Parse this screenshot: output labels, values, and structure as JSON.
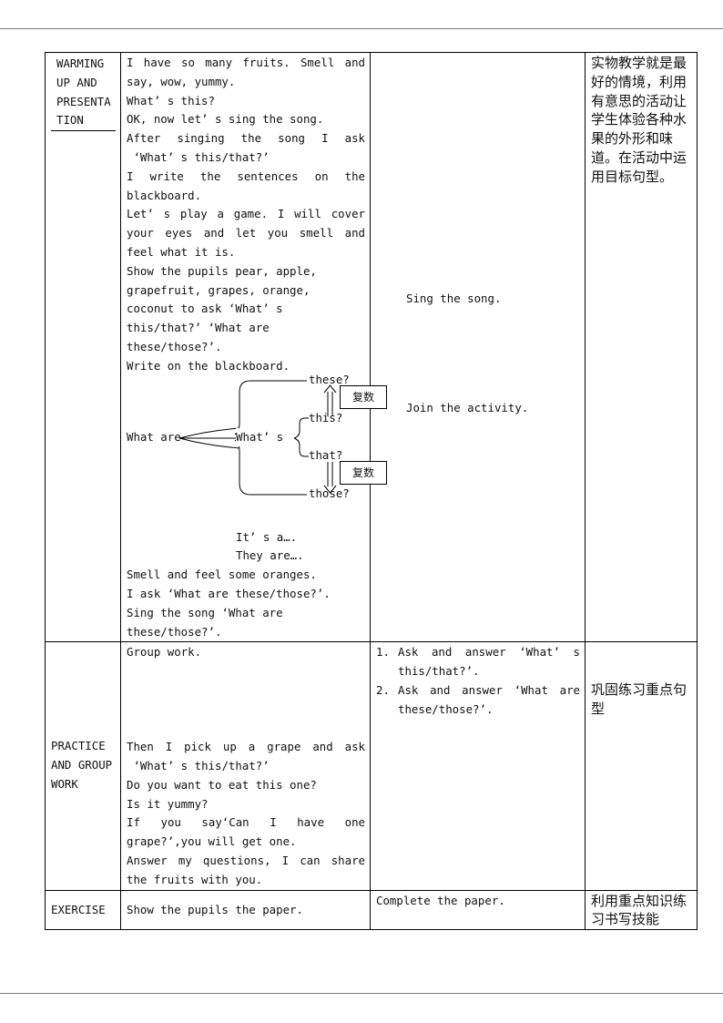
{
  "rows": [
    {
      "stage_lines": [
        "WARMING",
        "UP AND",
        "PRESENTA",
        "TION"
      ],
      "teacher_lines_a": [
        "I have so many fruits. Smell and",
        "say, wow, yummy.",
        "What’ s this?",
        "OK, now let’ s sing the song.",
        "After singing the song I ask",
        " ‘What’ s this/that?’",
        "I write the sentences on the",
        "blackboard.",
        "Let’ s play a game. I will cover",
        "your eyes and let you smell and",
        "feel what it is.",
        "Show the pupils pear, apple,",
        "grapefruit, grapes, orange,",
        "coconut to ask ‘What’ s",
        "this/that?’ ‘What are",
        "these/those?’.",
        "Write on the blackboard."
      ],
      "diagram": {
        "left": "What are",
        "middle": "What’ s",
        "top_word": "these?",
        "upper_word": "this?",
        "lower_word": "that?",
        "bottom_word": "those?",
        "review_top": "复数",
        "review_bottom": "复数"
      },
      "teacher_lines_b": [
        "It’ s a….",
        "They are….",
        "Smell and feel some oranges.",
        "I ask ‘What are these/those?’.",
        "Sing the song ‘What are",
        "these/those?’."
      ],
      "student": {
        "line1": "Sing the song.",
        "line2": "Join the activity."
      },
      "purpose": "实物教学就是最好的情境，利用有意思的活动让学生体验各种水果的外形和味道。在活动中运用目标句型。"
    },
    {
      "stage_lines": [
        "PRACTICE",
        "AND GROUP",
        "WORK"
      ],
      "teacher_lines_top": [
        "Group work."
      ],
      "teacher_lines": [
        "Then I pick up a grape and ask",
        " ‘What’ s this/that?’",
        "Do you want to eat this one?",
        "Is it yummy?",
        "If you say‘Can I have one",
        "grape?’,you will get one.",
        "Answer my questions, I can share",
        "the fruits with you."
      ],
      "student_items": [
        {
          "num": "1.",
          "text": "Ask and answer ‘What’ s this/that?’."
        },
        {
          "num": "2.",
          "text": "Ask and answer ‘What are these/those?’."
        }
      ],
      "purpose": "巩固练习重点句型"
    },
    {
      "stage": "EXERCISE",
      "teacher": "Show the pupils the paper.",
      "student": "Complete the paper.",
      "purpose": "利用重点知识练习书写技能"
    }
  ]
}
